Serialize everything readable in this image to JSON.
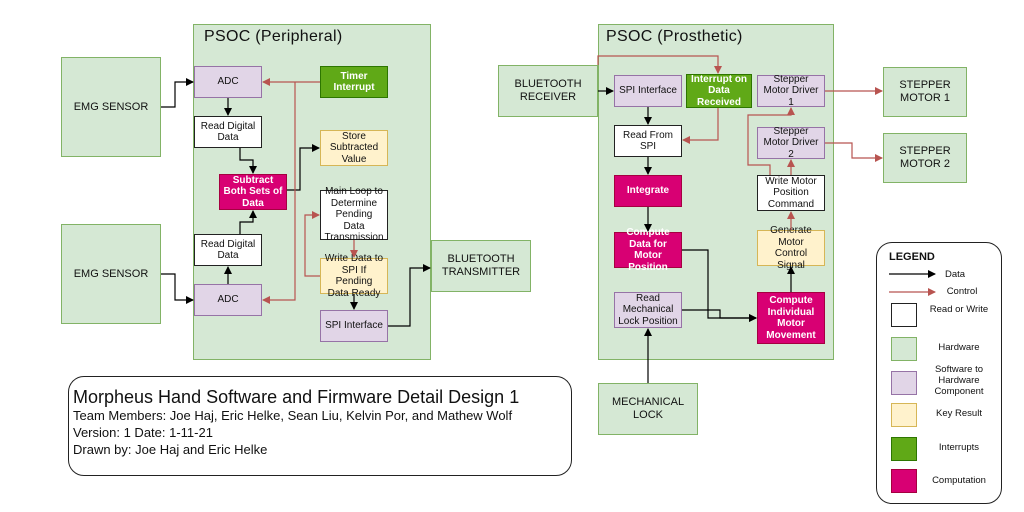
{
  "peripheral": {
    "title": "PSOC (Peripheral)",
    "emg_sensor_1": "EMG SENSOR",
    "emg_sensor_2": "EMG SENSOR",
    "adc_1": "ADC",
    "adc_2": "ADC",
    "read_digital_1": "Read Digital Data",
    "read_digital_2": "Read Digital Data",
    "timer_interrupt": "Timer Interrupt",
    "store_subtracted": "Store Subtracted Value",
    "subtract": "Subtract Both Sets of Data",
    "main_loop": "Main Loop to Determine Pending Data Transmission",
    "write_spi": "Write Data to SPI If Pending Data Ready",
    "spi_interface": "SPI Interface",
    "bt_transmitter": "BLUETOOTH TRANSMITTER"
  },
  "prosthetic": {
    "title": "PSOC (Prosthetic)",
    "bt_receiver": "BLUETOOTH RECEIVER",
    "spi_interface": "SPI Interface",
    "interrupt": "Interrupt on Data Received",
    "stepper_driver_1": "Stepper Motor Driver 1",
    "stepper_driver_2": "Stepper Motor Driver 2",
    "stepper_motor_1": "STEPPER MOTOR 1",
    "stepper_motor_2": "STEPPER MOTOR 2",
    "read_spi": "Read From SPI",
    "integrate": "Integrate",
    "write_motor_cmd": "Write Motor Position Command",
    "generate_signal": "Generate Motor Control Signal",
    "compute_position": "Compute Data for Motor Position",
    "read_lock": "Read Mechanical Lock Position",
    "compute_movement": "Compute Individual Motor Movement",
    "mechanical_lock": "MECHANICAL LOCK"
  },
  "title_block": {
    "title": "Morpheus Hand Software and Firmware Detail Design 1",
    "members": "Team Members: Joe Haj, Eric Helke, Sean Liu, Kelvin Por, and Mathew Wolf",
    "version": "Version: 1 Date: 1-11-21",
    "drawn_by": "Drawn by: Joe Haj and Eric Helke"
  },
  "legend": {
    "title": "LEGEND",
    "data": "Data",
    "control": "Control",
    "read_write": "Read or Write",
    "hardware": "Hardware",
    "sw_hw": "Software to Hardware Component",
    "key_result": "Key Result",
    "interrupts": "Interrupts",
    "computation": "Computation"
  },
  "colors": {
    "data_arrow": "#000000",
    "control_arrow": "#b85450",
    "hardware": "#d5e8d4",
    "sw_hw": "#e1d5e7",
    "key_result": "#fff2cc",
    "interrupt": "#60a917",
    "computation": "#d80073"
  }
}
